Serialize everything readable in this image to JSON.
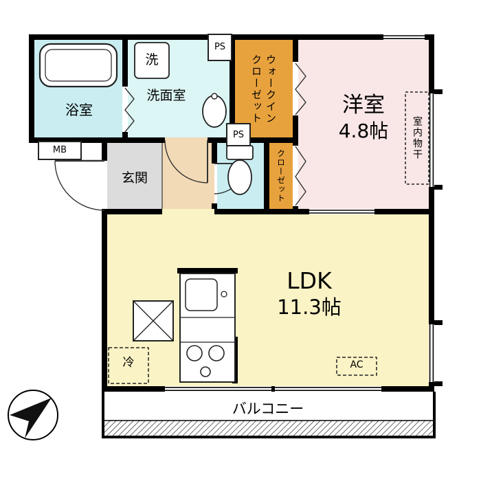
{
  "colors": {
    "wall": "#000000",
    "bath": "#c9edf1",
    "washroom": "#dcf5f5",
    "toilet": "#c9edf1",
    "storage": "#e8a23d",
    "western": "#f9e6e6",
    "ldk": "#faf3c5",
    "entrance": "#dcdcdc",
    "genkan": "#f2dab6",
    "paper": "#ffffff"
  },
  "rooms": {
    "bath": "浴室",
    "washer": "洗",
    "washroom": "洗面室",
    "ps_top": "PS",
    "ps_mid": "PS",
    "wic_line1": "ウォークイン",
    "wic_line2": "クローゼット",
    "western_name": "洋室",
    "western_size": "4.8帖",
    "drying": "室内物干",
    "mb": "MB",
    "entrance": "玄関",
    "closet": "クローゼット",
    "ldk_name": "LDK",
    "ldk_size": "11.3帖",
    "fridge": "冷",
    "ac": "AC",
    "balcony": "バルコニー"
  }
}
